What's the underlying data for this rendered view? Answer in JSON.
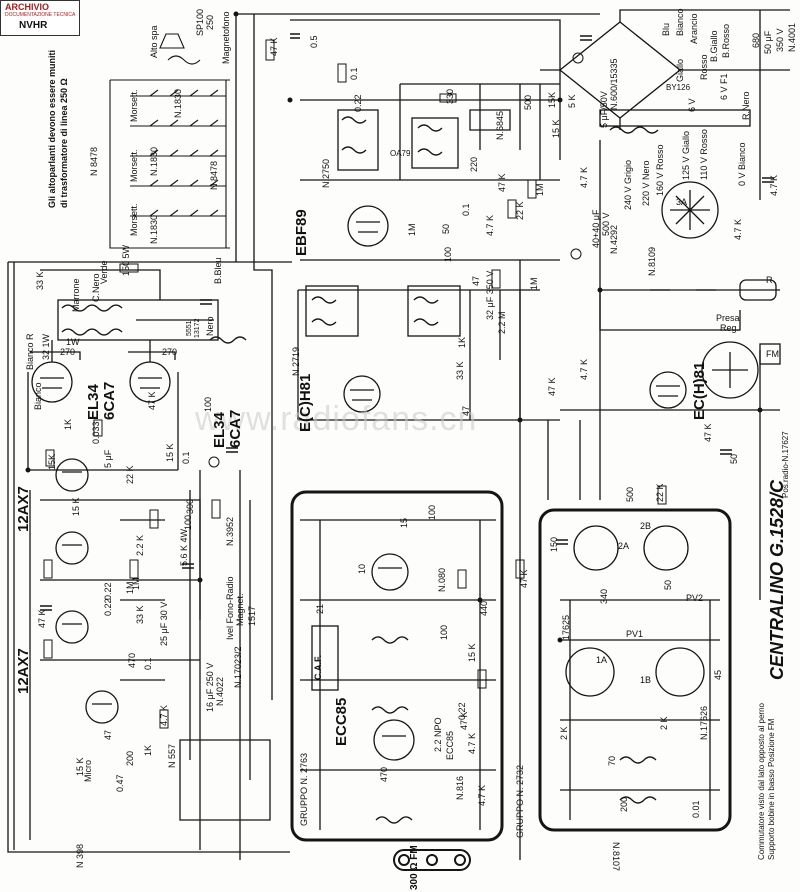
{
  "logo": {
    "top": "ARCHIVIO",
    "sub": "DOCUMENTAZIONE TECNICA",
    "org": "NVHR"
  },
  "watermark": "www.radiofans.cn",
  "title": "CENTRALINO  G.1528/C",
  "notes": {
    "speakers_1": "Gli altoparlanti devono essere muniti",
    "speakers_2": "di trasformatore di linea 250 Ω",
    "switch_1": "Commutatore visto dal lato opposto al perno",
    "switch_2": "Supporto bobine in basso  Posizione FM",
    "pos_radio": "Pos.radio-N.17627"
  },
  "tubes": {
    "ebf89": "EBF89",
    "ech81a": "E(C)H81",
    "ech81b": "EC(H)81",
    "el34a": "EL34",
    "el34a_alt": "6CA7",
    "el34b": "EL34",
    "el34b_alt": "6CA7",
    "ax7a": "12AX7",
    "ax7b": "12AX7",
    "ecc85": "ECC85",
    "ecc85s": "ECC85",
    "oa79": "OA79",
    "by": "BY126"
  },
  "labels": {
    "magnetofono": "Magnetofono",
    "altoparlante": "Alto spa",
    "sp100": "SP100",
    "sp250": "250",
    "n8478a": "N 8478",
    "n8478b": "N 8478",
    "morsett1": "Morsett.",
    "morsett2": "Morsett.",
    "morsett3": "Morsett.",
    "n1830a": "N.1830",
    "n1830b": "N.1830",
    "n1830c": "N.1830",
    "marrone": "Marrone",
    "c_nero": "C.Nero",
    "verde": "Verde",
    "b_bleu": "B.Bleu",
    "nero": "Nero",
    "n5551": "5551",
    "n13172": "13172",
    "bianco_r": "Bianco R",
    "bianco": "Bianco",
    "n2750": "N.2750",
    "n6845": "N.6845",
    "n2719": "N.2719",
    "n4292": "N.4292",
    "n4292_val": "40+40 μF",
    "n4292_v": "500 V",
    "n3952": "N.3952",
    "n4022": "N.4022",
    "n17023": "N.17023/2",
    "fono": "Ivel Fono-Radio",
    "magnet": "Magnet.",
    "n1517": "1517",
    "n557": "N 557",
    "n398": "N 398",
    "micro": "Micro",
    "gruppo2763": "GRUPPO N. 2763",
    "gruppo2732": "GRUPPO N. 2732",
    "caf": "C.A.F.",
    "n17625": "17625",
    "n17626": "N.17626",
    "n8107": "N.8107",
    "n8109": "N.8109",
    "n6816": "N.816",
    "n080": "N.080",
    "nt600": "N.600/15335",
    "v240": "240 V Grigio",
    "v220": "220 V Nero",
    "v160": "160 V Rosso",
    "v125": "125 V Giallo",
    "v110": "110 V Rosso",
    "v0": "0 V Bianco",
    "giallo": "Giallo",
    "rosso": "Rosso",
    "b_giallo": "B.Giallo",
    "b_rosso": "B.Rosso",
    "arancio": "Arancio",
    "bianco2": "Bianco",
    "blu": "Blu",
    "rnero": "R.Nero",
    "v6": "6 V",
    "v6f1": "6 V F1",
    "cap50": "50 μF",
    "cap350": "350 V",
    "n4001": "N.4001",
    "presa": "Presa",
    "reg": "Reg.",
    "fm": "FM",
    "r": "R",
    "pv1": "PV1",
    "pv2": "PV2",
    "s1a": "1A",
    "s1b": "1B",
    "s2a": "2A",
    "s2b": "2B",
    "s3a": "3A",
    "inputs": "300 Ω   FM"
  },
  "values": [
    "47 K",
    "0.5",
    "0.1",
    "0.22",
    "330",
    "500",
    "15K",
    "5 μF/50V",
    "5 K",
    "15 K",
    "220",
    "1M",
    "47 K",
    "4.7 K",
    "22 K",
    "0.1",
    "1M",
    "50",
    "100",
    "4.7 K",
    "47",
    "1M",
    "32 μF 350 V",
    "2.2 M",
    "1K",
    "33 K",
    "47 K",
    "47",
    "4.7 K",
    "32 1W",
    "270",
    "1W",
    "270",
    "150 5W",
    "33 K",
    "15K",
    "0.033",
    "1K",
    "22 K",
    "15 K",
    "0.1",
    "15 K",
    "5 μF",
    "100",
    "47 K",
    "0.22",
    "2.2 K",
    "100",
    "1M",
    "300",
    "5.6 K 4W",
    "16 μF 250 V",
    "47 K",
    "0.22",
    "33 K",
    "25 μF 30 V",
    "470",
    "0.1",
    "1K",
    "4.7 K",
    "200",
    "47",
    "0.47",
    "15 K",
    "1M",
    "10",
    "100",
    "440",
    "15 K",
    "47 K",
    "2.2 NPO",
    "0.22",
    "470",
    "4.7 K",
    "21",
    "100",
    "15",
    "4.7 K",
    "50",
    "500",
    "22 K",
    "150",
    "47 K",
    "340",
    "50",
    "2 K",
    "70",
    "45",
    "200",
    "0.01",
    "680",
    "47 K",
    "4.7 K",
    "4.7 K",
    "2 K"
  ]
}
